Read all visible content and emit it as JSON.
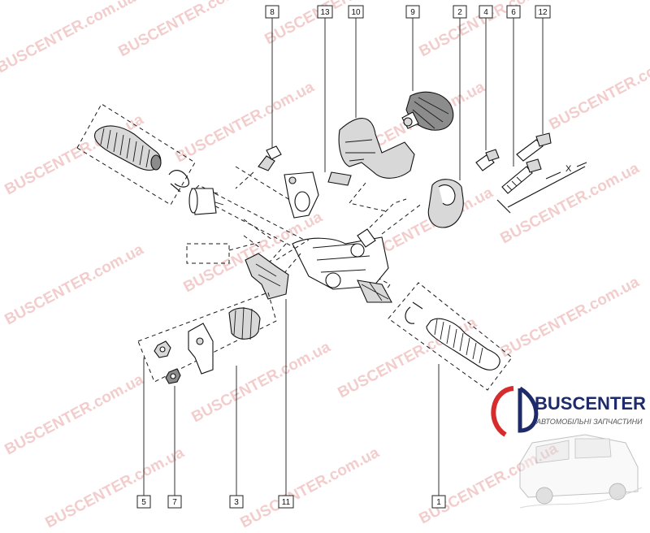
{
  "callouts": [
    {
      "id": "c8",
      "label": "8"
    },
    {
      "id": "c13",
      "label": "13"
    },
    {
      "id": "c10",
      "label": "10"
    },
    {
      "id": "c9",
      "label": "9"
    },
    {
      "id": "c2",
      "label": "2"
    },
    {
      "id": "c4",
      "label": "4"
    },
    {
      "id": "c6",
      "label": "6"
    },
    {
      "id": "c12",
      "label": "12"
    },
    {
      "id": "c5",
      "label": "5"
    },
    {
      "id": "c7",
      "label": "7"
    },
    {
      "id": "c3",
      "label": "3"
    },
    {
      "id": "c11",
      "label": "11"
    },
    {
      "id": "c1",
      "label": "1"
    }
  ],
  "dimension_label": "X",
  "watermark": "BUSCENTER.com.ua",
  "logo": {
    "name": "BUSCENTER",
    "tagline": "АВТОМОБІЛЬНІ ЗАПЧАСТИНИ"
  },
  "colors": {
    "logo_primary": "#1d2b6b",
    "logo_accent": "#d62c2c",
    "watermark": "#e07a7a"
  }
}
